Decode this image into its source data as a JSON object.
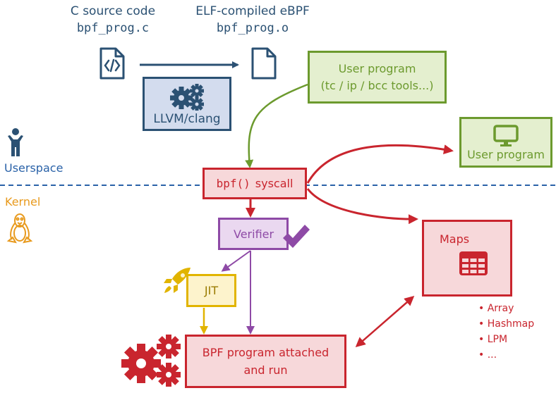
{
  "colors": {
    "blue": "#2b5173",
    "green": "#6c9a2e",
    "red": "#c9252e",
    "purple": "#8e4aa6",
    "yellow": "#e1b400",
    "orange": "#e89a1d",
    "sep": "#2a62a8"
  },
  "source": {
    "title": "C source code",
    "file": "bpf_prog.c",
    "icon": "code-file-icon"
  },
  "compiled": {
    "title": "ELF-compiled eBPF",
    "file": "bpf_prog.o",
    "icon": "file-icon"
  },
  "compiler": {
    "label": "LLVM/clang",
    "icon": "gears-icon"
  },
  "user_program_top": {
    "line1": "User program",
    "line2": "(tc / ip / bcc tools...)"
  },
  "user_program_right": {
    "label": "User program",
    "icon": "monitor-icon"
  },
  "zones": {
    "userspace": "Userspace",
    "kernel": "Kernel",
    "userspace_icon": "person-icon",
    "kernel_icon": "tux-icon"
  },
  "syscall": {
    "code": "bpf()",
    "text": "syscall"
  },
  "verifier": {
    "label": "Verifier",
    "icon": "checkmark-icon"
  },
  "jit": {
    "label": "JIT",
    "icon": "rocket-icon"
  },
  "maps": {
    "label": "Maps",
    "icon": "table-icon",
    "items": [
      "Array",
      "Hashmap",
      "LPM",
      "..."
    ]
  },
  "bpf_program": {
    "line1": "BPF program attached",
    "line2": "and run",
    "icon": "gears-icon"
  }
}
